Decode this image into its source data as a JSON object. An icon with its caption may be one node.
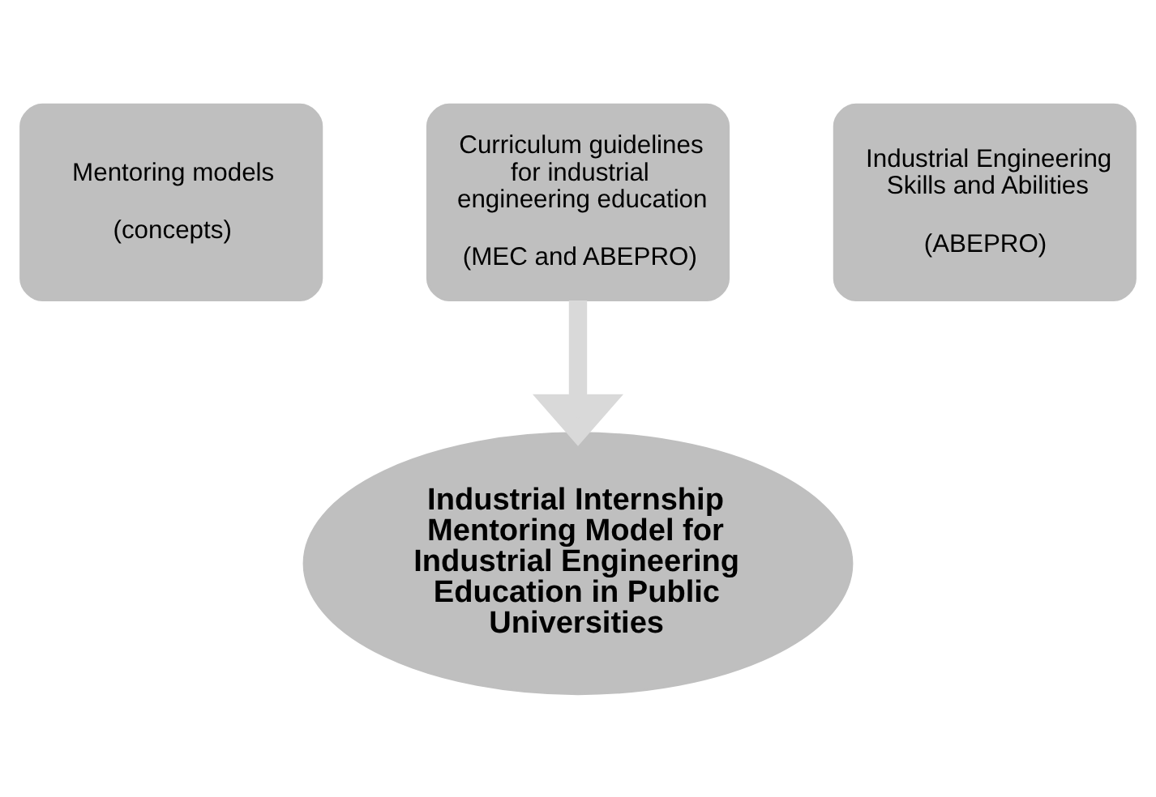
{
  "diagram": {
    "nodes": [
      {
        "text": [
          "Curriculum guidelines for industrial engineering education",
          "(MEC and ABEPRO)"
        ]
      },
      {
        "text": [
          "Mentoring models",
          "(concepts)"
        ]
      },
      {
        "text": [
          "Industrial Engineering Skills and Abilities",
          "(ABEPRO)"
        ]
      },
      {
        "text": [
          "Industrial Internship Mentoring Model for Industrial Engineering Education in Public Universities"
        ]
      }
    ],
    "edges": [
      {
        "from": 0,
        "to": 3,
        "arrow": "to"
      }
    ]
  }
}
